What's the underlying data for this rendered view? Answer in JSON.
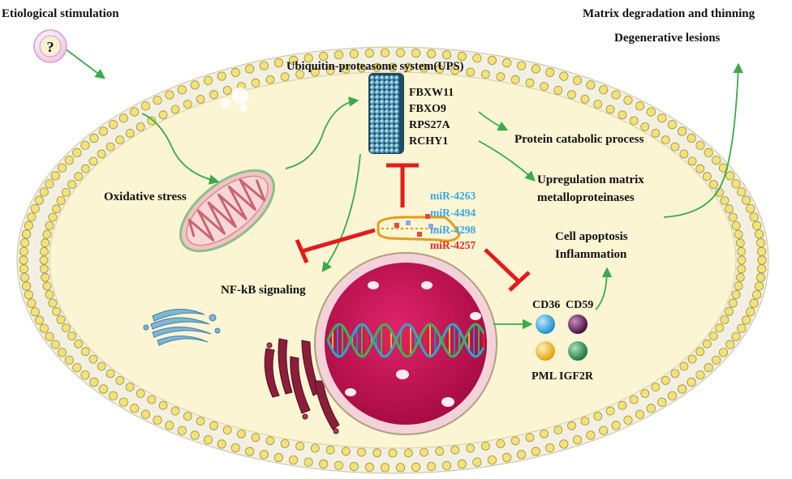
{
  "labels": {
    "etiological": "Etiological stimulation",
    "question": "?",
    "ups": "Ubiquitin-proteasome system(UPS)",
    "oxidative": "Oxidative stress",
    "nfkb": "NF-kB signaling",
    "protein_catabolic": "Protein catabolic process",
    "upregulation_1": "Upregulation matrix",
    "upregulation_2": "metalloproteinases",
    "apoptosis": "Cell apoptosis",
    "inflammation": "Inflammation",
    "matrix_degradation": "Matrix degradation and thinning",
    "degenerative": "Degenerative lesions"
  },
  "ups_genes": [
    "FBXW11",
    "FBXO9",
    "RPS27A",
    "RCHY1"
  ],
  "mirnas": [
    {
      "name": "miR-4263",
      "color": "#3aa8e0"
    },
    {
      "name": "miR-4494",
      "color": "#3aa8e0"
    },
    {
      "name": "miR-4298",
      "color": "#3aa8e0"
    },
    {
      "name": "miR-4257",
      "color": "#e8281e"
    }
  ],
  "target_genes": [
    {
      "name": "CD36",
      "color": "#2aa6de"
    },
    {
      "name": "CD59",
      "color": "#6a1e5e"
    },
    {
      "name": "PML",
      "color": "#efb21f"
    },
    {
      "name": "IGF2R",
      "color": "#2f8c56"
    }
  ],
  "colors": {
    "arrow_green": "#3aaa4a",
    "inhibit_red": "#e41b1b",
    "cytoplasm": "#fbf5d4",
    "membrane_head": "#f2e278",
    "nucleus": "#c8104e"
  }
}
